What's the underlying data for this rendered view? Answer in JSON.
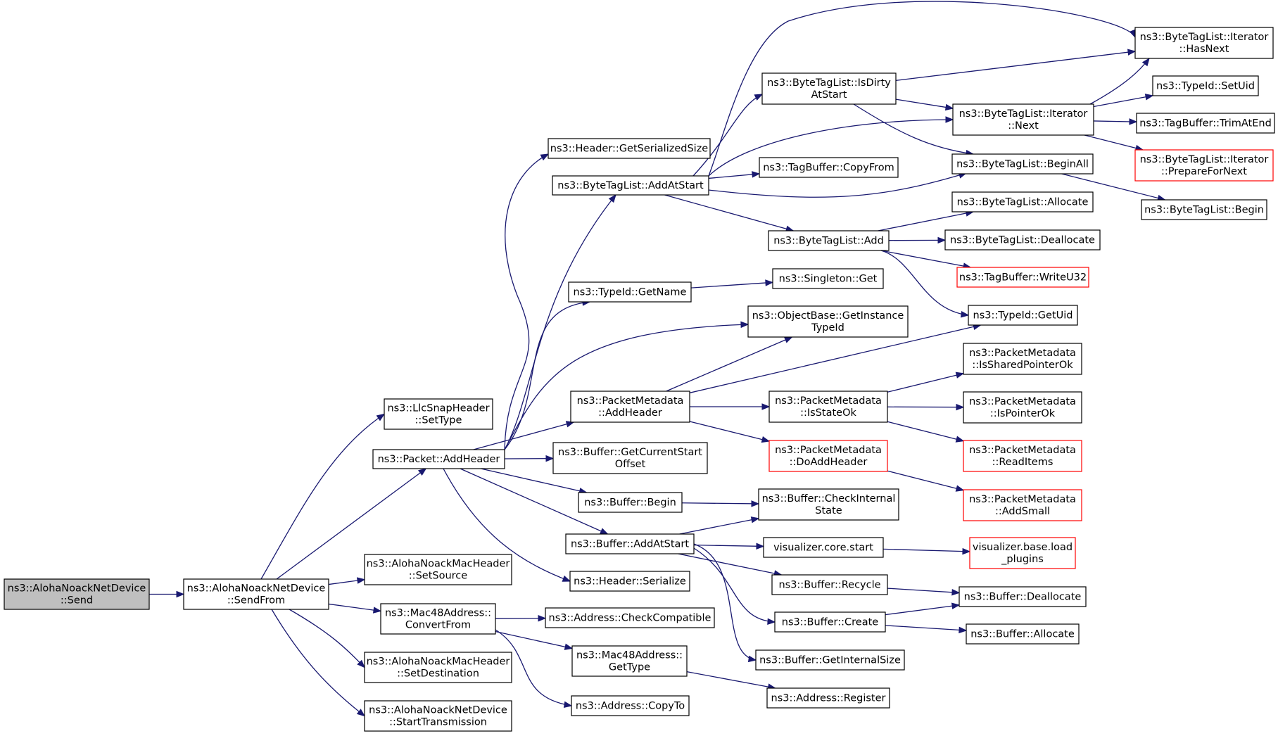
{
  "colors": {
    "edge": "#191970",
    "root_fill": "#bfbfbf",
    "normal_border": "#000000",
    "missing_border": "#ff0000"
  },
  "nodes": [
    {
      "id": "send",
      "lines": [
        "ns3::AlohaNoackNetDevice",
        "::Send"
      ],
      "style": "root"
    },
    {
      "id": "sendfrom",
      "lines": [
        "ns3::AlohaNoackNetDevice",
        "::SendFrom"
      ]
    },
    {
      "id": "llc_settype",
      "lines": [
        "ns3::LlcSnapHeader",
        "::SetType"
      ]
    },
    {
      "id": "pkt_addheader",
      "lines": [
        "ns3::Packet::AddHeader"
      ]
    },
    {
      "id": "mac_setsource",
      "lines": [
        "ns3::AlohaNoackMacHeader",
        "::SetSource"
      ]
    },
    {
      "id": "mac48_convertfrom",
      "lines": [
        "ns3::Mac48Address::",
        "ConvertFrom"
      ]
    },
    {
      "id": "mac_setdest",
      "lines": [
        "ns3::AlohaNoackMacHeader",
        "::SetDestination"
      ]
    },
    {
      "id": "start_tx",
      "lines": [
        "ns3::AlohaNoackNetDevice",
        "::StartTransmission"
      ]
    },
    {
      "id": "hdr_getsersize",
      "lines": [
        "ns3::Header::GetSerializedSize"
      ]
    },
    {
      "id": "btl_addatstart",
      "lines": [
        "ns3::ByteTagList::AddAtStart"
      ]
    },
    {
      "id": "typeid_getname",
      "lines": [
        "ns3::TypeId::GetName"
      ]
    },
    {
      "id": "pm_addheader",
      "lines": [
        "ns3::PacketMetadata",
        "::AddHeader"
      ]
    },
    {
      "id": "buf_getcurstart",
      "lines": [
        "ns3::Buffer::GetCurrentStart",
        "Offset"
      ]
    },
    {
      "id": "buf_begin",
      "lines": [
        "ns3::Buffer::Begin"
      ]
    },
    {
      "id": "buf_addatstart",
      "lines": [
        "ns3::Buffer::AddAtStart"
      ]
    },
    {
      "id": "hdr_serialize",
      "lines": [
        "ns3::Header::Serialize"
      ]
    },
    {
      "id": "addr_checkcompat",
      "lines": [
        "ns3::Address::CheckCompatible"
      ]
    },
    {
      "id": "mac48_gettype",
      "lines": [
        "ns3::Mac48Address::",
        "GetType"
      ]
    },
    {
      "id": "addr_copyto",
      "lines": [
        "ns3::Address::CopyTo"
      ]
    },
    {
      "id": "btl_isdirty",
      "lines": [
        "ns3::ByteTagList::IsDirty",
        "AtStart"
      ]
    },
    {
      "id": "tb_copyfrom",
      "lines": [
        "ns3::TagBuffer::CopyFrom"
      ]
    },
    {
      "id": "btl_add",
      "lines": [
        "ns3::ByteTagList::Add"
      ]
    },
    {
      "id": "singleton_get",
      "lines": [
        "ns3::Singleton::Get"
      ]
    },
    {
      "id": "ob_getinstancetypeid",
      "lines": [
        "ns3::ObjectBase::GetInstance",
        "TypeId"
      ]
    },
    {
      "id": "pm_isstateok",
      "lines": [
        "ns3::PacketMetadata",
        "::IsStateOk"
      ]
    },
    {
      "id": "pm_doaddheader",
      "lines": [
        "ns3::PacketMetadata",
        "::DoAddHeader"
      ],
      "style": "missing"
    },
    {
      "id": "buf_checkinternal",
      "lines": [
        "ns3::Buffer::CheckInternal",
        "State"
      ]
    },
    {
      "id": "vis_core_start",
      "lines": [
        "visualizer.core.start"
      ]
    },
    {
      "id": "buf_recycle",
      "lines": [
        "ns3::Buffer::Recycle"
      ]
    },
    {
      "id": "buf_create",
      "lines": [
        "ns3::Buffer::Create"
      ]
    },
    {
      "id": "buf_getinternalsize",
      "lines": [
        "ns3::Buffer::GetInternalSize"
      ]
    },
    {
      "id": "addr_register",
      "lines": [
        "ns3::Address::Register"
      ]
    },
    {
      "id": "btl_it_hasnext",
      "lines": [
        "ns3::ByteTagList::Iterator",
        "::HasNext"
      ]
    },
    {
      "id": "btl_it_next",
      "lines": [
        "ns3::ByteTagList::Iterator",
        "::Next"
      ]
    },
    {
      "id": "btl_beginall",
      "lines": [
        "ns3::ByteTagList::BeginAll"
      ]
    },
    {
      "id": "btl_allocate",
      "lines": [
        "ns3::ByteTagList::Allocate"
      ]
    },
    {
      "id": "btl_deallocate",
      "lines": [
        "ns3::ByteTagList::Deallocate"
      ]
    },
    {
      "id": "tb_writeu32",
      "lines": [
        "ns3::TagBuffer::WriteU32"
      ],
      "style": "missing"
    },
    {
      "id": "typeid_getuid",
      "lines": [
        "ns3::TypeId::GetUid"
      ]
    },
    {
      "id": "pm_issharedptrok",
      "lines": [
        "ns3::PacketMetadata",
        "::IsSharedPointerOk"
      ]
    },
    {
      "id": "pm_ispointerok",
      "lines": [
        "ns3::PacketMetadata",
        "::IsPointerOk"
      ]
    },
    {
      "id": "pm_readitems",
      "lines": [
        "ns3::PacketMetadata",
        "::ReadItems"
      ],
      "style": "missing"
    },
    {
      "id": "pm_addsmall",
      "lines": [
        "ns3::PacketMetadata",
        "::AddSmall"
      ],
      "style": "missing"
    },
    {
      "id": "vis_base_load",
      "lines": [
        "visualizer.base.load",
        "_plugins"
      ],
      "style": "missing"
    },
    {
      "id": "buf_deallocate",
      "lines": [
        "ns3::Buffer::Deallocate"
      ]
    },
    {
      "id": "buf_allocate",
      "lines": [
        "ns3::Buffer::Allocate"
      ]
    },
    {
      "id": "typeid_setuid",
      "lines": [
        "ns3::TypeId::SetUid"
      ]
    },
    {
      "id": "tb_trimatend",
      "lines": [
        "ns3::TagBuffer::TrimAtEnd"
      ]
    },
    {
      "id": "btl_it_prepfornext",
      "lines": [
        "ns3::ByteTagList::Iterator",
        "::PrepareForNext"
      ],
      "style": "missing"
    },
    {
      "id": "btl_begin",
      "lines": [
        "ns3::ByteTagList::Begin"
      ]
    }
  ],
  "edges": [
    [
      "send",
      "sendfrom"
    ],
    [
      "sendfrom",
      "llc_settype"
    ],
    [
      "sendfrom",
      "pkt_addheader"
    ],
    [
      "sendfrom",
      "mac_setsource"
    ],
    [
      "sendfrom",
      "mac48_convertfrom"
    ],
    [
      "sendfrom",
      "mac_setdest"
    ],
    [
      "sendfrom",
      "start_tx"
    ],
    [
      "pkt_addheader",
      "hdr_getsersize"
    ],
    [
      "pkt_addheader",
      "btl_addatstart"
    ],
    [
      "pkt_addheader",
      "typeid_getname"
    ],
    [
      "pkt_addheader",
      "ob_getinstancetypeid"
    ],
    [
      "pkt_addheader",
      "pm_addheader"
    ],
    [
      "pkt_addheader",
      "buf_getcurstart"
    ],
    [
      "pkt_addheader",
      "buf_begin"
    ],
    [
      "pkt_addheader",
      "buf_addatstart"
    ],
    [
      "pkt_addheader",
      "hdr_serialize"
    ],
    [
      "mac48_convertfrom",
      "addr_checkcompat"
    ],
    [
      "mac48_convertfrom",
      "mac48_gettype"
    ],
    [
      "mac48_convertfrom",
      "addr_copyto"
    ],
    [
      "btl_addatstart",
      "btl_it_hasnext"
    ],
    [
      "btl_addatstart",
      "btl_isdirty"
    ],
    [
      "btl_addatstart",
      "btl_it_next"
    ],
    [
      "btl_addatstart",
      "tb_copyfrom"
    ],
    [
      "btl_addatstart",
      "btl_beginall"
    ],
    [
      "btl_addatstart",
      "btl_add"
    ],
    [
      "typeid_getname",
      "singleton_get"
    ],
    [
      "pm_addheader",
      "ob_getinstancetypeid"
    ],
    [
      "pm_addheader",
      "typeid_getuid"
    ],
    [
      "pm_addheader",
      "pm_isstateok"
    ],
    [
      "pm_addheader",
      "pm_doaddheader"
    ],
    [
      "buf_begin",
      "buf_checkinternal"
    ],
    [
      "buf_addatstart",
      "buf_checkinternal"
    ],
    [
      "buf_addatstart",
      "vis_core_start"
    ],
    [
      "buf_addatstart",
      "buf_recycle"
    ],
    [
      "buf_addatstart",
      "buf_create"
    ],
    [
      "buf_addatstart",
      "buf_getinternalsize"
    ],
    [
      "mac48_gettype",
      "addr_register"
    ],
    [
      "btl_isdirty",
      "btl_it_hasnext"
    ],
    [
      "btl_isdirty",
      "btl_it_next"
    ],
    [
      "btl_isdirty",
      "btl_beginall"
    ],
    [
      "btl_add",
      "btl_allocate"
    ],
    [
      "btl_add",
      "btl_deallocate"
    ],
    [
      "btl_add",
      "tb_writeu32"
    ],
    [
      "btl_add",
      "typeid_getuid"
    ],
    [
      "pm_isstateok",
      "pm_issharedptrok"
    ],
    [
      "pm_isstateok",
      "pm_ispointerok"
    ],
    [
      "pm_isstateok",
      "pm_readitems"
    ],
    [
      "pm_doaddheader",
      "pm_addsmall"
    ],
    [
      "vis_core_start",
      "vis_base_load"
    ],
    [
      "buf_recycle",
      "buf_deallocate"
    ],
    [
      "buf_create",
      "buf_deallocate"
    ],
    [
      "buf_create",
      "buf_allocate"
    ],
    [
      "btl_it_next",
      "btl_it_hasnext"
    ],
    [
      "btl_it_next",
      "typeid_setuid"
    ],
    [
      "btl_it_next",
      "tb_trimatend"
    ],
    [
      "btl_it_next",
      "btl_it_prepfornext"
    ],
    [
      "btl_beginall",
      "btl_begin"
    ]
  ]
}
